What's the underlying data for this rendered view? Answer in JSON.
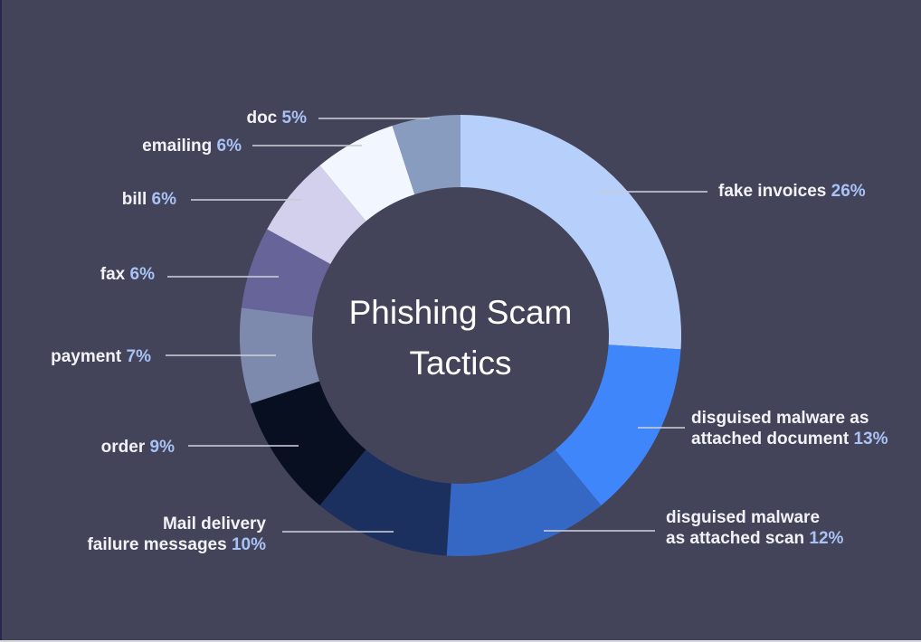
{
  "chart_data": {
    "type": "pie",
    "subtype": "donut",
    "title": "Phishing Scam Tactics",
    "title_lines": [
      "Phishing Scam",
      "Tactics"
    ],
    "start_angle": "12 o'clock, clockwise",
    "unit": "%",
    "slices": [
      {
        "label": "fake invoices",
        "label_lines": [
          "fake invoices"
        ],
        "value": 26,
        "pct_text": "26%",
        "color": "#b6cffb"
      },
      {
        "label": "disguised malware as attached document",
        "label_lines": [
          "disguised malware as",
          "attached document"
        ],
        "value": 13,
        "pct_text": "13%",
        "color": "#3f86fa"
      },
      {
        "label": "disguised malware as attached scan",
        "label_lines": [
          "disguised malware",
          "as attached scan"
        ],
        "value": 12,
        "pct_text": "12%",
        "color": "#3567c4"
      },
      {
        "label": "Mail delivery failure messages",
        "label_lines": [
          "Mail delivery",
          "failure messages"
        ],
        "value": 10,
        "pct_text": "10%",
        "color": "#1c3060"
      },
      {
        "label": "order",
        "label_lines": [
          "order"
        ],
        "value": 9,
        "pct_text": "9%",
        "color": "#080f20"
      },
      {
        "label": "payment",
        "label_lines": [
          "payment"
        ],
        "value": 7,
        "pct_text": "7%",
        "color": "#7d8aad"
      },
      {
        "label": "fax",
        "label_lines": [
          "fax"
        ],
        "value": 6,
        "pct_text": "6%",
        "color": "#67649a"
      },
      {
        "label": "bill",
        "label_lines": [
          "bill"
        ],
        "value": 6,
        "pct_text": "6%",
        "color": "#d2d0ec"
      },
      {
        "label": "emailing",
        "label_lines": [
          "emailing"
        ],
        "value": 6,
        "pct_text": "6%",
        "color": "#f2f6fe"
      },
      {
        "label": "doc",
        "label_lines": [
          "doc"
        ],
        "value": 5,
        "pct_text": "5%",
        "color": "#889cbf"
      }
    ],
    "legend": "none (inline leader-line labels)"
  },
  "colors": {
    "background": "#434459",
    "label_text": "#f2f2f6",
    "percent_text": "#a9c2f5",
    "leader_line": "#c9cbd6"
  }
}
